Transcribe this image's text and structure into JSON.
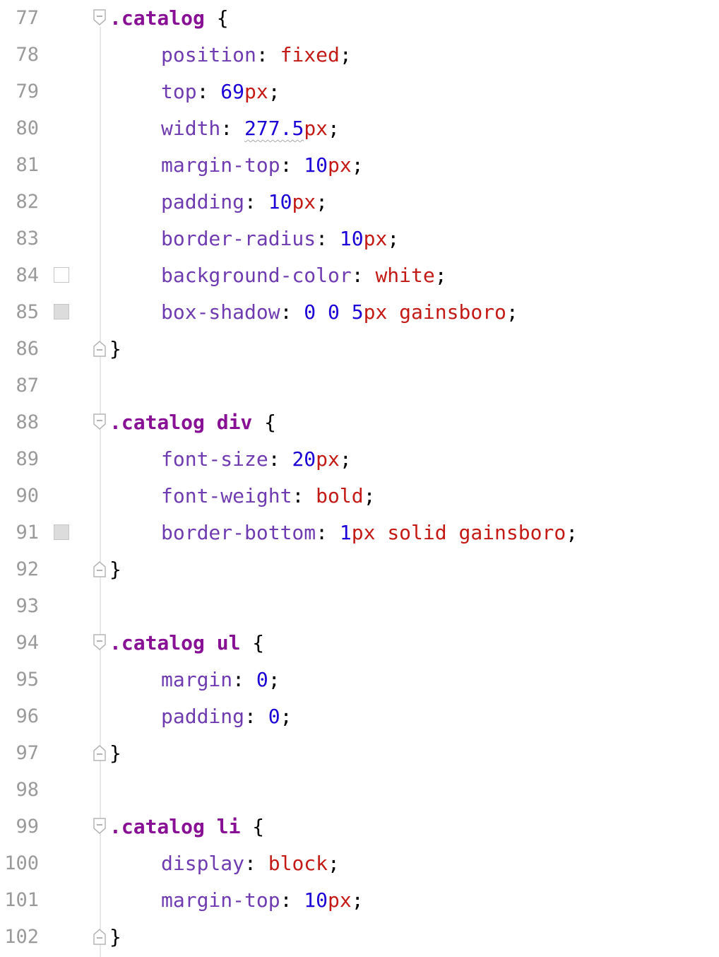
{
  "colors": {
    "selector": "#871094",
    "property": "#6f3bb0",
    "keyword_value": "#c41a16",
    "number": "#1a00d6",
    "line_number": "#9a9a9a",
    "swatch_white": "#ffffff",
    "swatch_gainsboro": "#dcdcdc"
  },
  "lines": [
    {
      "ln": "77",
      "fold": "open",
      "tokens": [
        {
          "t": ".catalog",
          "c": "sel"
        },
        {
          "t": " {",
          "c": "punc"
        }
      ]
    },
    {
      "ln": "78",
      "indent": true,
      "tokens": [
        {
          "t": "position",
          "c": "prop"
        },
        {
          "t": ": ",
          "c": "punc"
        },
        {
          "t": "fixed",
          "c": "val"
        },
        {
          "t": ";",
          "c": "punc"
        }
      ]
    },
    {
      "ln": "79",
      "indent": true,
      "tokens": [
        {
          "t": "top",
          "c": "prop"
        },
        {
          "t": ": ",
          "c": "punc"
        },
        {
          "t": "69",
          "c": "num"
        },
        {
          "t": "px",
          "c": "val"
        },
        {
          "t": ";",
          "c": "punc"
        }
      ]
    },
    {
      "ln": "80",
      "indent": true,
      "tokens": [
        {
          "t": "width",
          "c": "prop"
        },
        {
          "t": ": ",
          "c": "punc"
        },
        {
          "t": "277.5",
          "c": "num wavy"
        },
        {
          "t": "px",
          "c": "val"
        },
        {
          "t": ";",
          "c": "punc"
        }
      ]
    },
    {
      "ln": "81",
      "indent": true,
      "tokens": [
        {
          "t": "margin-top",
          "c": "prop"
        },
        {
          "t": ": ",
          "c": "punc"
        },
        {
          "t": "10",
          "c": "num"
        },
        {
          "t": "px",
          "c": "val"
        },
        {
          "t": ";",
          "c": "punc"
        }
      ]
    },
    {
      "ln": "82",
      "indent": true,
      "tokens": [
        {
          "t": "padding",
          "c": "prop"
        },
        {
          "t": ": ",
          "c": "punc"
        },
        {
          "t": "10",
          "c": "num"
        },
        {
          "t": "px",
          "c": "val"
        },
        {
          "t": ";",
          "c": "punc"
        }
      ]
    },
    {
      "ln": "83",
      "indent": true,
      "tokens": [
        {
          "t": "border-radius",
          "c": "prop"
        },
        {
          "t": ": ",
          "c": "punc"
        },
        {
          "t": "10",
          "c": "num"
        },
        {
          "t": "px",
          "c": "val"
        },
        {
          "t": ";",
          "c": "punc"
        }
      ]
    },
    {
      "ln": "84",
      "indent": true,
      "swatch": "white",
      "tokens": [
        {
          "t": "background-color",
          "c": "prop"
        },
        {
          "t": ": ",
          "c": "punc"
        },
        {
          "t": "white",
          "c": "val"
        },
        {
          "t": ";",
          "c": "punc"
        }
      ]
    },
    {
      "ln": "85",
      "indent": true,
      "swatch": "gainsboro",
      "tokens": [
        {
          "t": "box-shadow",
          "c": "prop"
        },
        {
          "t": ": ",
          "c": "punc"
        },
        {
          "t": "0",
          "c": "num"
        },
        {
          "t": " ",
          "c": "punc"
        },
        {
          "t": "0",
          "c": "num"
        },
        {
          "t": " ",
          "c": "punc"
        },
        {
          "t": "5",
          "c": "num"
        },
        {
          "t": "px",
          "c": "val"
        },
        {
          "t": " ",
          "c": "punc"
        },
        {
          "t": "gainsboro",
          "c": "val"
        },
        {
          "t": ";",
          "c": "punc"
        }
      ]
    },
    {
      "ln": "86",
      "fold": "close",
      "tokens": [
        {
          "t": "}",
          "c": "punc"
        }
      ]
    },
    {
      "ln": "87",
      "tokens": []
    },
    {
      "ln": "88",
      "fold": "open",
      "tokens": [
        {
          "t": ".catalog div",
          "c": "sel"
        },
        {
          "t": " {",
          "c": "punc"
        }
      ]
    },
    {
      "ln": "89",
      "indent": true,
      "tokens": [
        {
          "t": "font-size",
          "c": "prop"
        },
        {
          "t": ": ",
          "c": "punc"
        },
        {
          "t": "20",
          "c": "num"
        },
        {
          "t": "px",
          "c": "val"
        },
        {
          "t": ";",
          "c": "punc"
        }
      ]
    },
    {
      "ln": "90",
      "indent": true,
      "tokens": [
        {
          "t": "font-weight",
          "c": "prop"
        },
        {
          "t": ": ",
          "c": "punc"
        },
        {
          "t": "bold",
          "c": "val"
        },
        {
          "t": ";",
          "c": "punc"
        }
      ]
    },
    {
      "ln": "91",
      "indent": true,
      "swatch": "gainsboro",
      "tokens": [
        {
          "t": "border-bottom",
          "c": "prop"
        },
        {
          "t": ": ",
          "c": "punc"
        },
        {
          "t": "1",
          "c": "num"
        },
        {
          "t": "px",
          "c": "val"
        },
        {
          "t": " ",
          "c": "punc"
        },
        {
          "t": "solid",
          "c": "val"
        },
        {
          "t": " ",
          "c": "punc"
        },
        {
          "t": "gainsboro",
          "c": "val"
        },
        {
          "t": ";",
          "c": "punc"
        }
      ]
    },
    {
      "ln": "92",
      "fold": "close",
      "tokens": [
        {
          "t": "}",
          "c": "punc"
        }
      ]
    },
    {
      "ln": "93",
      "tokens": []
    },
    {
      "ln": "94",
      "fold": "open",
      "tokens": [
        {
          "t": ".catalog ul",
          "c": "sel"
        },
        {
          "t": " {",
          "c": "punc"
        }
      ]
    },
    {
      "ln": "95",
      "indent": true,
      "tokens": [
        {
          "t": "margin",
          "c": "prop"
        },
        {
          "t": ": ",
          "c": "punc"
        },
        {
          "t": "0",
          "c": "num"
        },
        {
          "t": ";",
          "c": "punc"
        }
      ]
    },
    {
      "ln": "96",
      "indent": true,
      "tokens": [
        {
          "t": "padding",
          "c": "prop"
        },
        {
          "t": ": ",
          "c": "punc"
        },
        {
          "t": "0",
          "c": "num"
        },
        {
          "t": ";",
          "c": "punc"
        }
      ]
    },
    {
      "ln": "97",
      "fold": "close",
      "tokens": [
        {
          "t": "}",
          "c": "punc"
        }
      ]
    },
    {
      "ln": "98",
      "tokens": []
    },
    {
      "ln": "99",
      "fold": "open",
      "tokens": [
        {
          "t": ".catalog li",
          "c": "sel"
        },
        {
          "t": " {",
          "c": "punc"
        }
      ]
    },
    {
      "ln": "100",
      "indent": true,
      "tokens": [
        {
          "t": "display",
          "c": "prop"
        },
        {
          "t": ": ",
          "c": "punc"
        },
        {
          "t": "block",
          "c": "val"
        },
        {
          "t": ";",
          "c": "punc"
        }
      ]
    },
    {
      "ln": "101",
      "indent": true,
      "tokens": [
        {
          "t": "margin-top",
          "c": "prop"
        },
        {
          "t": ": ",
          "c": "punc"
        },
        {
          "t": "10",
          "c": "num"
        },
        {
          "t": "px",
          "c": "val"
        },
        {
          "t": ";",
          "c": "punc"
        }
      ]
    },
    {
      "ln": "102",
      "fold": "close",
      "tokens": [
        {
          "t": "}",
          "c": "punc"
        }
      ]
    }
  ]
}
